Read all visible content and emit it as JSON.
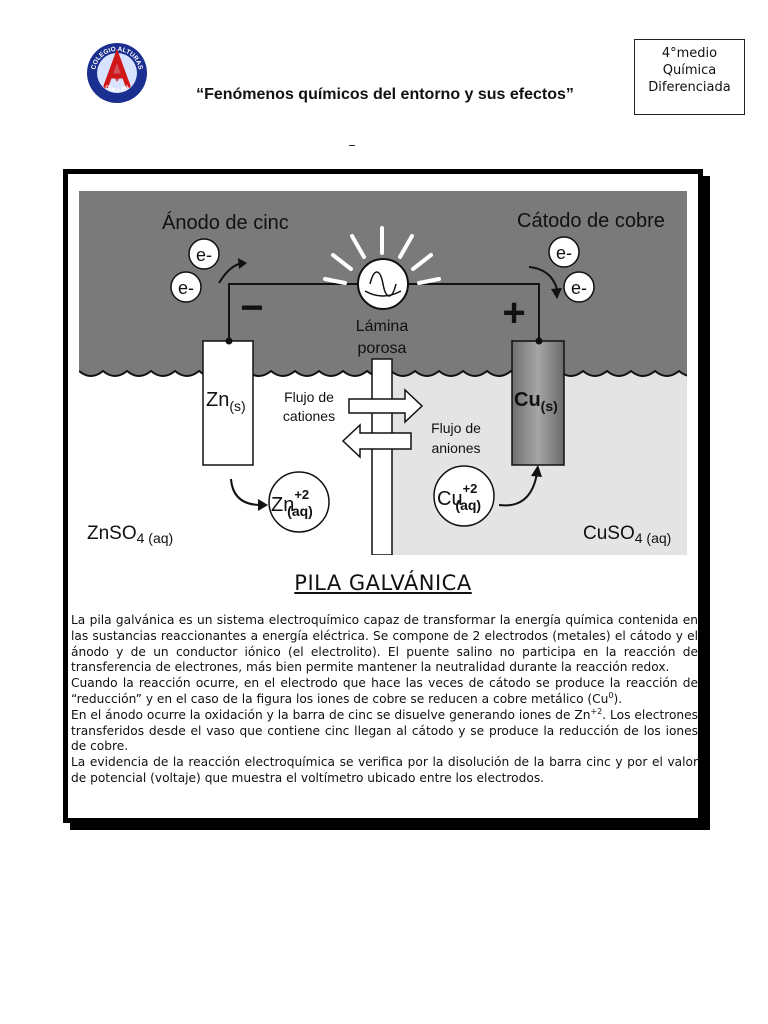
{
  "header": {
    "logo_text": "COLEGIO ALTURAS",
    "logo_text_bottom": "CHILLAN",
    "title": "“Fenómenos químicos del entorno y sus efectos”",
    "course": {
      "line1": "4°medio",
      "line2": "Química",
      "line3": "Diferenciada"
    },
    "dash": "_"
  },
  "diagram": {
    "anode_label": "Ánodo de cinc",
    "cathode_label": "Cátodo de cobre",
    "electron": "e-",
    "minus_sign": "−",
    "plus_sign": "+",
    "membrane_label_1": "Lámina",
    "membrane_label_2": "porosa",
    "zn_electrode": "Zn",
    "zn_state": "(s)",
    "cu_electrode": "Cu",
    "cu_state": "(s)",
    "cation_flow_1": "Flujo de",
    "cation_flow_2": "cationes",
    "anion_flow_1": "Flujo de",
    "anion_flow_2": "aniones",
    "zn_ion": "Zn",
    "zn_ion_charge": "+2",
    "zn_ion_state": "(aq)",
    "cu_ion": "Cu",
    "cu_ion_charge": "+2",
    "cu_ion_state": "(aq)",
    "left_solution": "ZnSO",
    "left_solution_sub": "4 (aq)",
    "right_solution": "CuSO",
    "right_solution_sub": "4 (aq)",
    "colors": {
      "air": "#7a7a7a",
      "left_solution": "#ffffff",
      "right_solution": "#e4e4e4",
      "cu_electrode": "#8a8a8a"
    }
  },
  "document": {
    "title": "PILA GALVÁNICA",
    "p1": "La pila galvánica es un sistema electroquímico capaz de transformar la energía química contenida en las sustancias reaccionantes a energía eléctrica. Se compone de 2 electrodos (metales) el cátodo y el ánodo y de un conductor iónico (el electrolito). El puente salino no participa en la reacción de transferencia de electrones, más bien permite mantener la neutralidad durante la reacción redox.",
    "p2_a": "Cuando la reacción ocurre, en el electrodo que hace las veces de cátodo se produce la reacción de “reducción” y en el caso de la figura los iones de cobre se reducen a cobre metálico (Cu",
    "p2_sup": "0",
    "p2_b": ").",
    "p3_a": "En el ánodo ocurre la oxidación y la barra de cinc se disuelve generando iones de Zn",
    "p3_sup": "+2",
    "p3_b": ". Los electrones transferidos desde el vaso que contiene cinc llegan al cátodo y se produce la reducción de los iones de cobre.",
    "p4": "La evidencia de la reacción electroquímica se verifica por la disolución de la barra cinc y por el valor de potencial (voltaje) que muestra el voltímetro ubicado entre los electrodos."
  }
}
